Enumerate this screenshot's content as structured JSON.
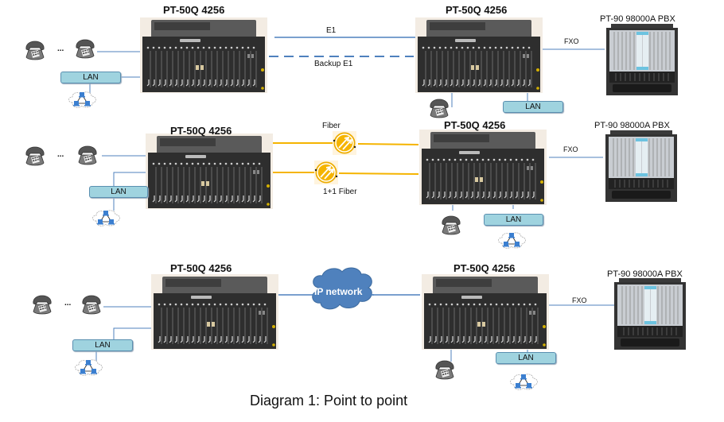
{
  "diagram": {
    "caption": "Diagram 1: Point to point",
    "ellipsis": "...",
    "colors": {
      "link": "#4f81bd",
      "fiber": "#f5b400",
      "lan_fill": "#9fd3df",
      "cloud": "#4f81bd"
    },
    "rows": [
      {
        "id": "e1",
        "left_device": "PT-50Q 4256",
        "right_device": "PT-50Q 4256",
        "pbx": "PT-90 98000A  PBX",
        "pbx_link": "FXO",
        "links": [
          "E1",
          "Backup E1"
        ],
        "lan_left": "LAN",
        "lan_right": "LAN"
      },
      {
        "id": "fiber",
        "left_device": "PT-50Q 4256",
        "right_device": "PT-50Q 4256",
        "pbx": "PT-90 98000A  PBX",
        "pbx_link": "FXO",
        "links": [
          "Fiber",
          "1+1 Fiber"
        ],
        "lan_left": "LAN",
        "lan_right": "LAN"
      },
      {
        "id": "ip",
        "left_device": "PT-50Q 4256",
        "right_device": "PT-50Q 4256",
        "pbx": "PT-90 98000A  PBX",
        "pbx_link": "FXO",
        "links": [
          "IP network"
        ],
        "lan_left": "LAN",
        "lan_right": "LAN"
      }
    ]
  }
}
